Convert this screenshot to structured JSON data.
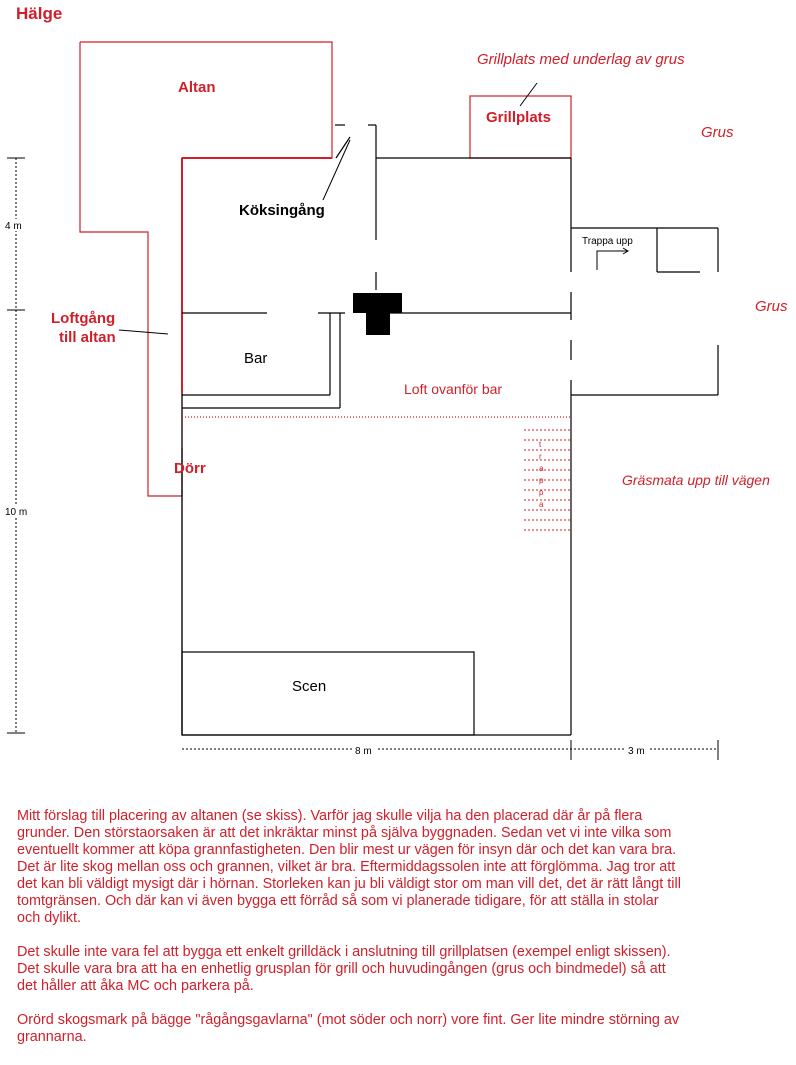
{
  "title": "Hälge",
  "labels": {
    "altan": "Altan",
    "grillplats_note": "Grillplats med underlag av grus",
    "grillplats": "Grillplats",
    "grus_top": "Grus",
    "koksingang": "Köksingång",
    "trappa_upp": "Trappa upp",
    "grus_right": "Grus",
    "loftgang": "Loftgång",
    "till_altan": "till altan",
    "bar": "Bar",
    "loft": "Loft ovanför bar",
    "dorr": "Dörr",
    "grasmata": "Gräsmata upp till vägen",
    "trappa_vertical": [
      "t",
      "r",
      "a",
      "p",
      "p",
      "a"
    ],
    "scen": "Scen"
  },
  "dimensions": {
    "left_top": "4 m",
    "left_bottom": "10 m",
    "bottom_main": "8 m",
    "bottom_right": "3 m"
  },
  "colors": {
    "accent_red": "#d11f2a",
    "line_black": "#000000"
  },
  "paragraphs": [
    "Mitt förslag till placering av altanen (se skiss). Varför jag skulle vilja ha den placerad där år på flera\ngrunder. Den störstaorsaken är att det inkräktar minst på själva byggnaden. Sedan vet vi inte vilka som\neventuellt kommer att köpa grannfastigheten. Den blir mest ur vägen för insyn där och det kan vara bra.\nDet är lite skog mellan oss och grannen, vilket är bra. Eftermiddagssolen inte att förglömma. Jag tror att\ndet kan bli väldigt mysigt där i hörnan. Storleken kan ju bli väldigt stor om man vill det, det är rätt långt till\ntomtgränsen. Och där kan vi även bygga ett förråd så som vi planerade tidigare, för att ställa in stolar\noch dylikt.",
    "Det skulle inte vara fel att bygga ett enkelt grilldäck i anslutning till grillplatsen (exempel enligt skissen).\nDet skulle vara bra att ha en enhetlig grusplan för grill och huvudingången (grus och bindmedel) så att\ndet håller att åka MC och parkera på.",
    "Orörd skogsmark på bägge \"rågångsgavlarna\" (mot söder och norr) vore fint. Ger lite mindre störning av\ngrannarna."
  ]
}
